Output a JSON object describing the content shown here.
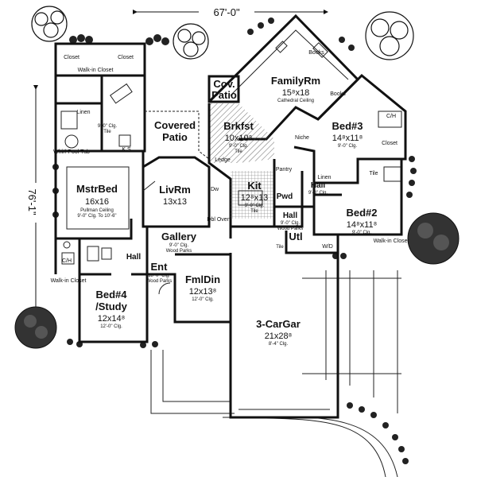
{
  "dimensions": {
    "width": "67'-0\"",
    "depth": "76'-1\""
  },
  "rooms": {
    "master_bed": {
      "name": "MstrBed",
      "dim": "16x16",
      "note": "Pullman Ceiling",
      "note2": "9'-0\" Clg. To 10'-6\""
    },
    "liv_rm": {
      "name": "LivRm",
      "dim": "13x13"
    },
    "covered_patio": {
      "name": "Covered",
      "name2": "Patio"
    },
    "cov_patio": {
      "name": "Cov.",
      "name2": "Patio"
    },
    "family_rm": {
      "name": "FamilyRm",
      "dim": "15⁸x18",
      "note": "Cathedral Ceiling"
    },
    "brkfst": {
      "name": "Brkfst",
      "dim": "10x10⁸",
      "note": "9'-0\" Clg.",
      "note2": "Tile"
    },
    "kit": {
      "name": "Kit",
      "dim": "12⁸x13",
      "note": "9'-0\" Clg.",
      "note2": "Tile"
    },
    "bed3": {
      "name": "Bed#3",
      "dim": "14⁸x11⁸",
      "note": "9'-0\" Clg."
    },
    "bed2": {
      "name": "Bed#2",
      "dim": "14⁸x11⁸",
      "note": "9'-0\" Clg."
    },
    "bed4": {
      "name": "Bed#4",
      "name2": "/Study",
      "dim": "12x14⁸",
      "note": "12'-0\" Clg."
    },
    "gallery": {
      "name": "Gallery",
      "note": "9'-0\" Clg.",
      "note2": "Wood Parks"
    },
    "ent": {
      "name": "Ent",
      "note": "18'-0\" Clg.",
      "note2": "Wood Parks"
    },
    "fml_din": {
      "name": "FmlDin",
      "dim": "12x13⁸",
      "note": "12'-0\" Clg."
    },
    "garage": {
      "name": "3-CarGar",
      "dim": "21x28⁸",
      "note": "8'-4\" Clg."
    },
    "utl": {
      "name": "Utl",
      "note": "Tile"
    },
    "hall_left": {
      "name": "Hall"
    },
    "hall_mid": {
      "name": "Hall",
      "note": "9'-0\" Clg.",
      "note2": "Wood Parks"
    },
    "hall_right": {
      "name": "Hall",
      "note": "9'-0\" Clg."
    },
    "pwd": {
      "name": "Pwd"
    },
    "master_bath": {
      "note": "9'-0\" Clg.",
      "note2": "Tile"
    }
  },
  "small_labels": {
    "walk_in_closet": "Walk-in Closet",
    "closet": "Closet",
    "linen": "Linen",
    "whirlpool_tub": "Whirl-Pool Tub",
    "ks": "K.S.",
    "books": "Books",
    "pantry": "Pantry",
    "niche": "Niche",
    "ledge": "Ledge",
    "wd": "W/D",
    "ch": "C/H",
    "dw": "Dw",
    "dbl_oven": "Dbl Oven",
    "tile": "Tile"
  }
}
